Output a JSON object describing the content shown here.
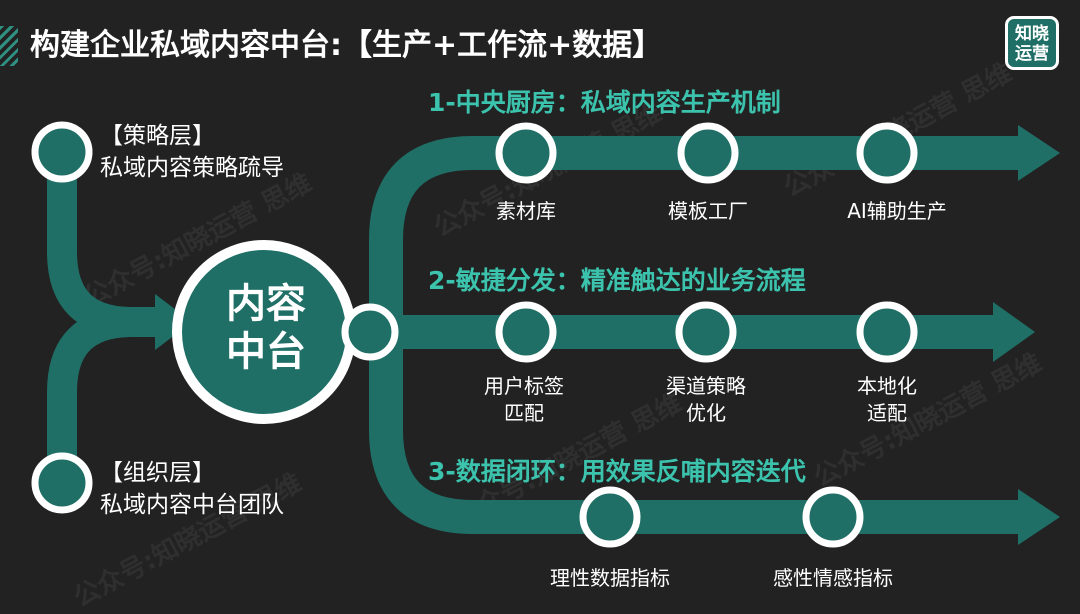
{
  "title": "构建企业私域内容中台:【生产+工作流+数据】",
  "logo": {
    "line1": "知晓",
    "line2": "运营"
  },
  "watermark": "公众号:知晓运营 思维",
  "colors": {
    "background": "#222222",
    "track": "#1f6f66",
    "accent": "#3cc3ad",
    "node_fill": "#1f6f66",
    "node_ring": "#ffffff"
  },
  "inputs": [
    {
      "line1": "【策略层】",
      "line2": "私域内容策略疏导"
    },
    {
      "line1": "【组织层】",
      "line2": "私域内容中台团队"
    }
  ],
  "hub": {
    "line1": "内容",
    "line2": "中台"
  },
  "branches": [
    {
      "heading": "1-中央厨房：私域内容生产机制",
      "nodes": [
        {
          "line1": "素材库",
          "line2": ""
        },
        {
          "line1": "模板工厂",
          "line2": ""
        },
        {
          "line1": "AI辅助生产",
          "line2": ""
        }
      ]
    },
    {
      "heading": "2-敏捷分发：精准触达的业务流程",
      "nodes": [
        {
          "line1": "用户标签",
          "line2": "匹配"
        },
        {
          "line1": "渠道策略",
          "line2": "优化"
        },
        {
          "line1": "本地化",
          "line2": "适配"
        }
      ]
    },
    {
      "heading": "3-数据闭环：用效果反哺内容迭代",
      "nodes": [
        {
          "line1": "理性数据指标",
          "line2": ""
        },
        {
          "line1": "感性情感指标",
          "line2": ""
        }
      ]
    }
  ]
}
